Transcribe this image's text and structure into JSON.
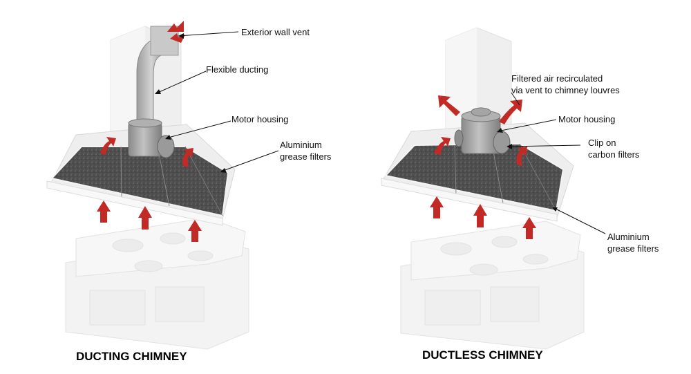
{
  "left": {
    "title": "DUCTING CHIMNEY",
    "labels": {
      "exterior_wall_vent": "Exterior wall vent",
      "flexible_ducting": "Flexible ducting",
      "motor_housing": "Motor housing",
      "filters_line1": "Aluminium",
      "filters_line2": "grease filters"
    }
  },
  "right": {
    "title": "DUCTLESS CHIMNEY",
    "labels": {
      "recirc_line1": "Filtered air recirculated",
      "recirc_line2": "via vent to chimney louvres",
      "motor_housing": "Motor housing",
      "carbon_line1": "Clip on",
      "carbon_line2": "carbon filters",
      "filters_line1": "Aluminium",
      "filters_line2": "grease filters"
    }
  },
  "colors": {
    "airflow_arrow": "#c22a26",
    "hood_filter": "#505050",
    "chimney": "#efefef",
    "cooker": "#f2f2f2",
    "motor": "#9a9a9a"
  }
}
